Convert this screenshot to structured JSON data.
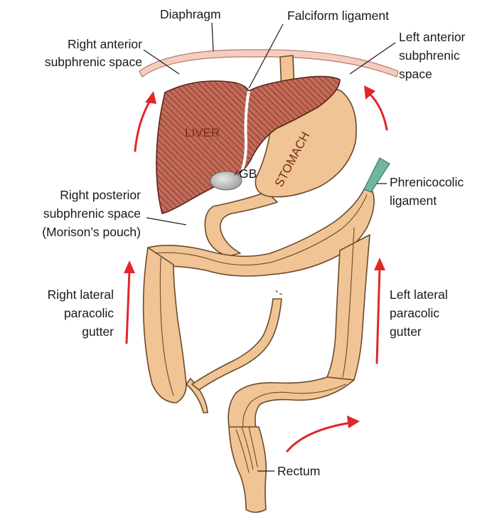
{
  "labels": {
    "diaphragm": "Diaphragm",
    "falciform": "Falciform ligament",
    "right_anterior_1": "Right anterior",
    "right_anterior_2": "subphrenic space",
    "left_anterior_1": "Left anterior",
    "left_anterior_2": "subphrenic",
    "left_anterior_3": "space",
    "liver": "LIVER",
    "stomach": "STOMACH",
    "gb": "GB",
    "right_posterior_1": "Right posterior",
    "right_posterior_2": "subphrenic space",
    "right_posterior_3": "(Morison’s pouch)",
    "phrenicocolic_1": "Phrenicocolic",
    "phrenicocolic_2": "ligament",
    "right_lateral_1": "Right lateral",
    "right_lateral_2": "paracolic",
    "right_lateral_3": "gutter",
    "left_lateral_1": "Left lateral",
    "left_lateral_2": "paracolic",
    "left_lateral_3": "gutter",
    "rectum": "Rectum"
  },
  "colors": {
    "liver": "#b85a48",
    "bowel": "#f0c494",
    "outline": "#6b4a2a",
    "diaphragm": "#f5cdbf",
    "arrow": "#e0262b",
    "ligament": "#6fb79b",
    "gallbladder": "#bdbdbd"
  }
}
